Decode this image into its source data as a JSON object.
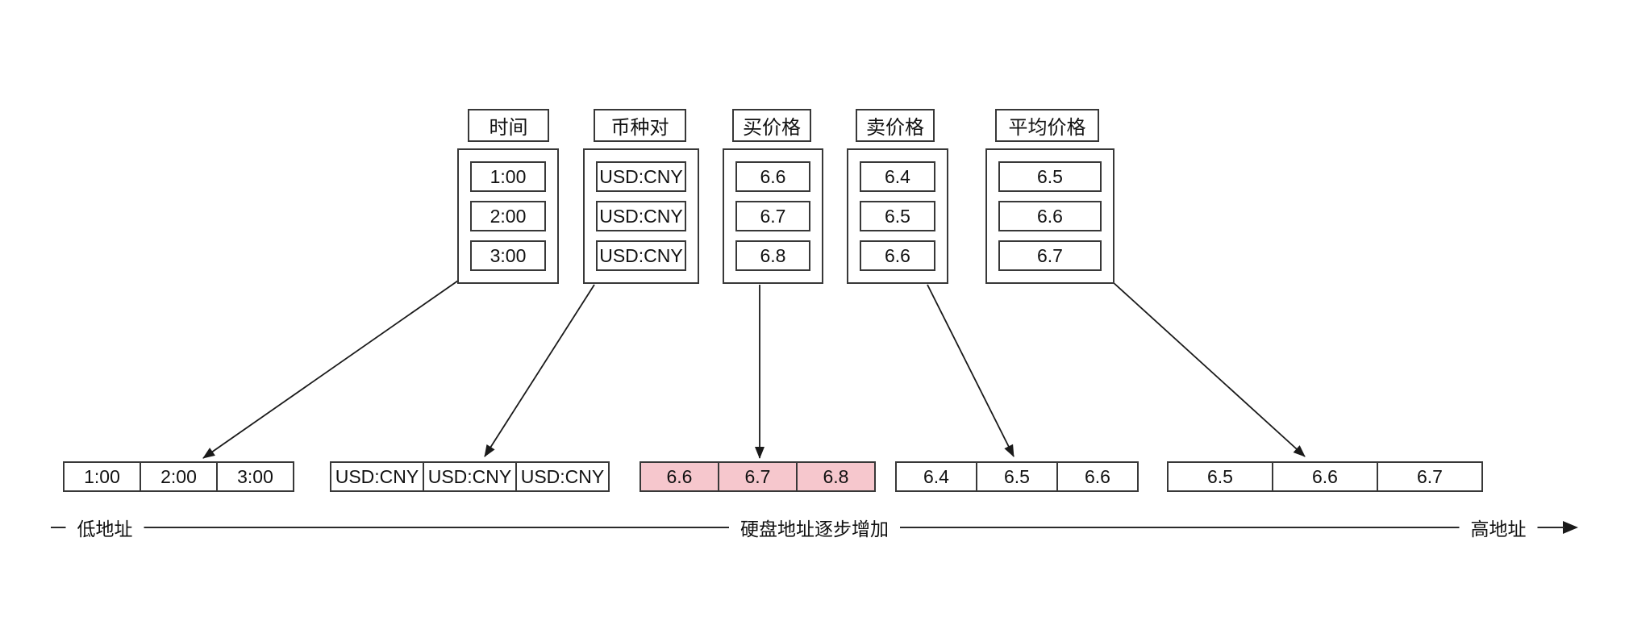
{
  "diagram": {
    "title_hint": "columnar-storage-layout",
    "columns": [
      {
        "header": "时间",
        "values": [
          "1:00",
          "2:00",
          "3:00"
        ]
      },
      {
        "header": "币种对",
        "values": [
          "USD:CNY",
          "USD:CNY",
          "USD:CNY"
        ]
      },
      {
        "header": "买价格",
        "values": [
          "6.6",
          "6.7",
          "6.8"
        ]
      },
      {
        "header": "卖价格",
        "values": [
          "6.4",
          "6.5",
          "6.6"
        ]
      },
      {
        "header": "平均价格",
        "values": [
          "6.5",
          "6.6",
          "6.7"
        ]
      }
    ],
    "rows": [
      {
        "cells": [
          "1:00",
          "2:00",
          "3:00"
        ],
        "highlighted": false
      },
      {
        "cells": [
          "USD:CNY",
          "USD:CNY",
          "USD:CNY"
        ],
        "highlighted": false
      },
      {
        "cells": [
          "6.6",
          "6.7",
          "6.8"
        ],
        "highlighted": true
      },
      {
        "cells": [
          "6.4",
          "6.5",
          "6.6"
        ],
        "highlighted": false
      },
      {
        "cells": [
          "6.5",
          "6.6",
          "6.7"
        ],
        "highlighted": false
      }
    ],
    "axis": {
      "left_label": "低地址",
      "center_label": "硬盘地址逐步增加",
      "right_label": "高地址"
    },
    "colors": {
      "highlight_fill": "#F6C7CD",
      "border": "#383838",
      "line": "#1a1a1a"
    }
  }
}
